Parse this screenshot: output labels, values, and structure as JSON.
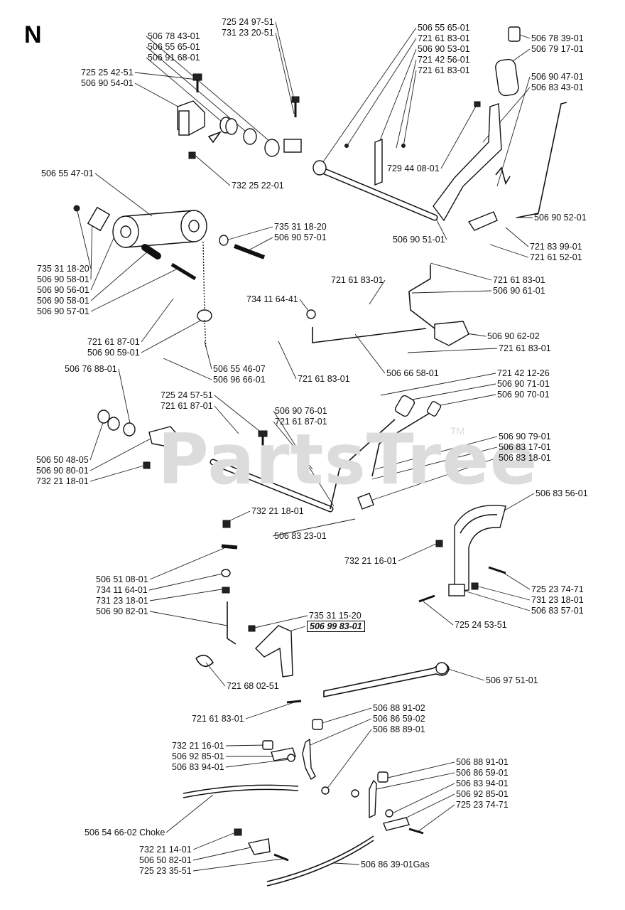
{
  "section_letter": "N",
  "watermark": "PartsTree",
  "trademark": "TM",
  "labels": [
    {
      "id": "l1",
      "text": "725 24 97-51"
    },
    {
      "id": "l2",
      "text": "731 23 20-51"
    },
    {
      "id": "l3",
      "text": "506 78 43-01"
    },
    {
      "id": "l4",
      "text": "506 55 65-01"
    },
    {
      "id": "l5",
      "text": "506 91 68-01"
    },
    {
      "id": "l6",
      "text": "725 25 42-51"
    },
    {
      "id": "l7",
      "text": "506 90 54-01"
    },
    {
      "id": "l8",
      "text": "506 55 65-01"
    },
    {
      "id": "l9",
      "text": "721 61 83-01"
    },
    {
      "id": "l10",
      "text": "506 90 53-01"
    },
    {
      "id": "l11",
      "text": "721 42 56-01"
    },
    {
      "id": "l12",
      "text": "721 61 83-01"
    },
    {
      "id": "l13",
      "text": "506 78 39-01"
    },
    {
      "id": "l14",
      "text": "506 79 17-01"
    },
    {
      "id": "l15",
      "text": "506 90 47-01"
    },
    {
      "id": "l16",
      "text": "506 83 43-01"
    },
    {
      "id": "l17",
      "text": "729 44 08-01"
    },
    {
      "id": "l18",
      "text": "506 55 47-01"
    },
    {
      "id": "l19",
      "text": "732 25 22-01"
    },
    {
      "id": "l20",
      "text": "735 31 18-20"
    },
    {
      "id": "l21",
      "text": "506 90 57-01"
    },
    {
      "id": "l22",
      "text": "506 90 52-01"
    },
    {
      "id": "l23",
      "text": "506 90 51-01"
    },
    {
      "id": "l24",
      "text": "721 83 99-01"
    },
    {
      "id": "l25",
      "text": "721 61 52-01"
    },
    {
      "id": "l26",
      "text": "735 31 18-20"
    },
    {
      "id": "l27",
      "text": "506 90 58-01"
    },
    {
      "id": "l28",
      "text": "506 90 56-01"
    },
    {
      "id": "l29",
      "text": "506 90 58-01"
    },
    {
      "id": "l30",
      "text": "506 90 57-01"
    },
    {
      "id": "l31",
      "text": "721 61 83-01"
    },
    {
      "id": "l32",
      "text": "506 90 61-01"
    },
    {
      "id": "l33",
      "text": "721 61 83-01"
    },
    {
      "id": "l34",
      "text": "734 11 64-41"
    },
    {
      "id": "l35",
      "text": "721 61 87-01"
    },
    {
      "id": "l36",
      "text": "506 90 59-01"
    },
    {
      "id": "l37",
      "text": "506 90 62-02"
    },
    {
      "id": "l38",
      "text": "721 61 83-01"
    },
    {
      "id": "l39",
      "text": "506 55 46-07"
    },
    {
      "id": "l40",
      "text": "506 96 66-01"
    },
    {
      "id": "l41",
      "text": "721 61 83-01"
    },
    {
      "id": "l42",
      "text": "506 66 58-01"
    },
    {
      "id": "l43",
      "text": "506 76 88-01"
    },
    {
      "id": "l44",
      "text": "721 42 12-26"
    },
    {
      "id": "l45",
      "text": "506 90 71-01"
    },
    {
      "id": "l46",
      "text": "506 90 70-01"
    },
    {
      "id": "l47",
      "text": "725 24 57-51"
    },
    {
      "id": "l48",
      "text": "721 61 87-01"
    },
    {
      "id": "l49",
      "text": "506 90 76-01"
    },
    {
      "id": "l50",
      "text": "721 61 87-01"
    },
    {
      "id": "l51",
      "text": "506 90 79-01"
    },
    {
      "id": "l52",
      "text": "506 83 17-01"
    },
    {
      "id": "l53",
      "text": "506 83 18-01"
    },
    {
      "id": "l54",
      "text": "506 50 48-05"
    },
    {
      "id": "l55",
      "text": "506 90 80-01"
    },
    {
      "id": "l56",
      "text": "732 21 18-01"
    },
    {
      "id": "l57",
      "text": "506 83 56-01"
    },
    {
      "id": "l58",
      "text": "732 21 18-01"
    },
    {
      "id": "l59",
      "text": "506 83 23-01"
    },
    {
      "id": "l60",
      "text": "732 21 16-01"
    },
    {
      "id": "l61",
      "text": "506 51 08-01"
    },
    {
      "id": "l62",
      "text": "734 11 64-01"
    },
    {
      "id": "l63",
      "text": "731 23 18-01"
    },
    {
      "id": "l64",
      "text": "506 90 82-01"
    },
    {
      "id": "l65",
      "text": "725 23 74-71"
    },
    {
      "id": "l66",
      "text": "731 23 18-01"
    },
    {
      "id": "l67",
      "text": "506 83 57-01"
    },
    {
      "id": "l68",
      "text": "735 31 15-20"
    },
    {
      "id": "l69",
      "text": "506 99 83-01",
      "boxed": true
    },
    {
      "id": "l70",
      "text": "725 24 53-51"
    },
    {
      "id": "l71",
      "text": "721 68 02-51"
    },
    {
      "id": "l72",
      "text": "506 97 51-01"
    },
    {
      "id": "l73",
      "text": "721 61 83-01"
    },
    {
      "id": "l74",
      "text": "506 88 91-02"
    },
    {
      "id": "l75",
      "text": "506 86 59-02"
    },
    {
      "id": "l76",
      "text": "506 88 89-01"
    },
    {
      "id": "l77",
      "text": "732 21 16-01"
    },
    {
      "id": "l78",
      "text": "506 92 85-01"
    },
    {
      "id": "l79",
      "text": "506 83 94-01"
    },
    {
      "id": "l80",
      "text": "506 88 91-01"
    },
    {
      "id": "l81",
      "text": "506 86 59-01"
    },
    {
      "id": "l82",
      "text": "506 83 94-01"
    },
    {
      "id": "l83",
      "text": "506 92 85-01"
    },
    {
      "id": "l84",
      "text": "725 23 74-71"
    },
    {
      "id": "l85",
      "text": "506 54 66-02 Choke"
    },
    {
      "id": "l86",
      "text": "732 21 14-01"
    },
    {
      "id": "l87",
      "text": "506 50 82-01"
    },
    {
      "id": "l88",
      "text": "725 23 35-51"
    },
    {
      "id": "l89",
      "text": "506 86 39-01Gas"
    }
  ]
}
